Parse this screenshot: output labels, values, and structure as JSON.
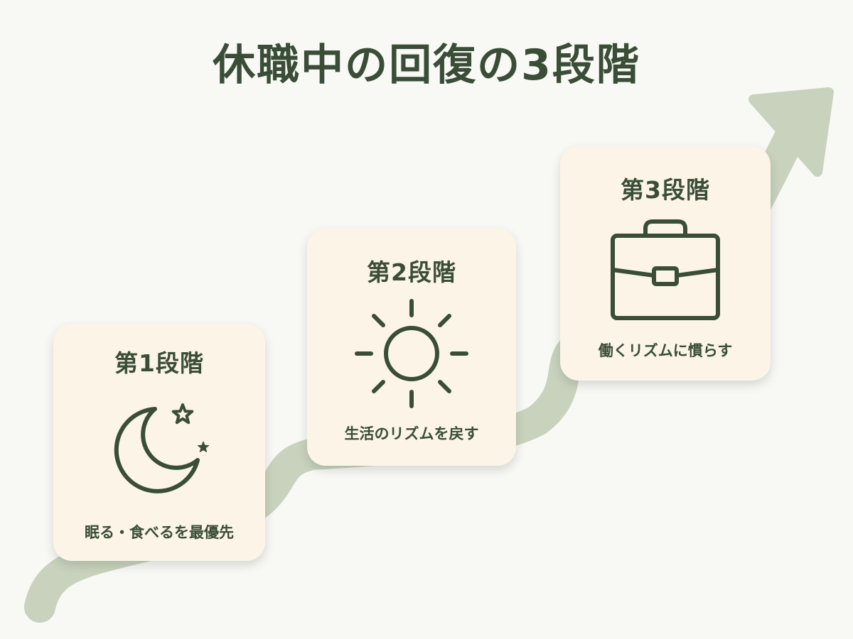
{
  "title": "休職中の回復の3段階",
  "colors": {
    "background": "#f8f8f5",
    "card": "#fbf4e7",
    "text": "#3a4d37",
    "path": "#c8d2bd"
  },
  "stages": [
    {
      "label": "第1段階",
      "description": "眠る・食べるを最優先",
      "icon": "moon-stars-icon"
    },
    {
      "label": "第2段階",
      "description": "生活のリズムを戻す",
      "icon": "sun-icon"
    },
    {
      "label": "第3段階",
      "description": "働くリズムに慣らす",
      "icon": "briefcase-icon"
    }
  ]
}
